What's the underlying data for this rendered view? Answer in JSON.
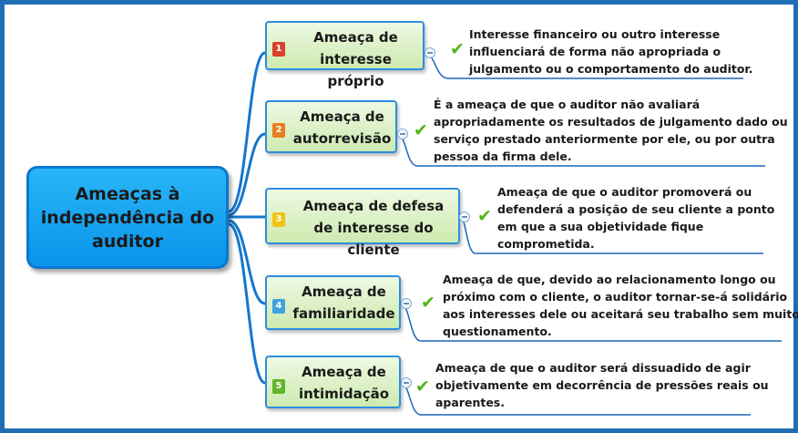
{
  "central": {
    "label": "Ameaças à independência do auditor"
  },
  "branches": [
    {
      "number": "1",
      "badge_color": "#d9412b",
      "title": "Ameaça de interesse próprio",
      "description": "Interesse financeiro ou outro interesse influenciará de forma não apropriada o julgamento ou o comportamento do auditor."
    },
    {
      "number": "2",
      "badge_color": "#ea7e23",
      "title": "Ameaça de autorrevisão",
      "description": "É a ameaça de que o auditor não avaliará apropriadamente os resultados de julgamento dado ou serviço prestado anteriormente por ele, ou por outra pessoa da firma dele."
    },
    {
      "number": "3",
      "badge_color": "#f2c416",
      "title": "Ameaça de defesa de interesse do cliente",
      "description": "Ameaça de que o auditor promoverá ou defenderá a posição de seu cliente a ponto em que a sua objetividade fique comprometida."
    },
    {
      "number": "4",
      "badge_color": "#3fa2dd",
      "title": "Ameaça de familiaridade",
      "description": "Ameaça de que, devido ao relacionamento longo ou próximo com o cliente, o auditor tornar-se-á solidário aos interesses dele ou aceitará seu trabalho sem muito questionamento."
    },
    {
      "number": "5",
      "badge_color": "#61b52a",
      "title": "Ameaça de intimidação",
      "description": "Ameaça de que o auditor será dissuadido de agir objetivamente em decorrência de pressões reais ou aparentes."
    }
  ],
  "icons": {
    "detail_marker": "check-icon",
    "collapse_toggle": "minus-icon"
  }
}
